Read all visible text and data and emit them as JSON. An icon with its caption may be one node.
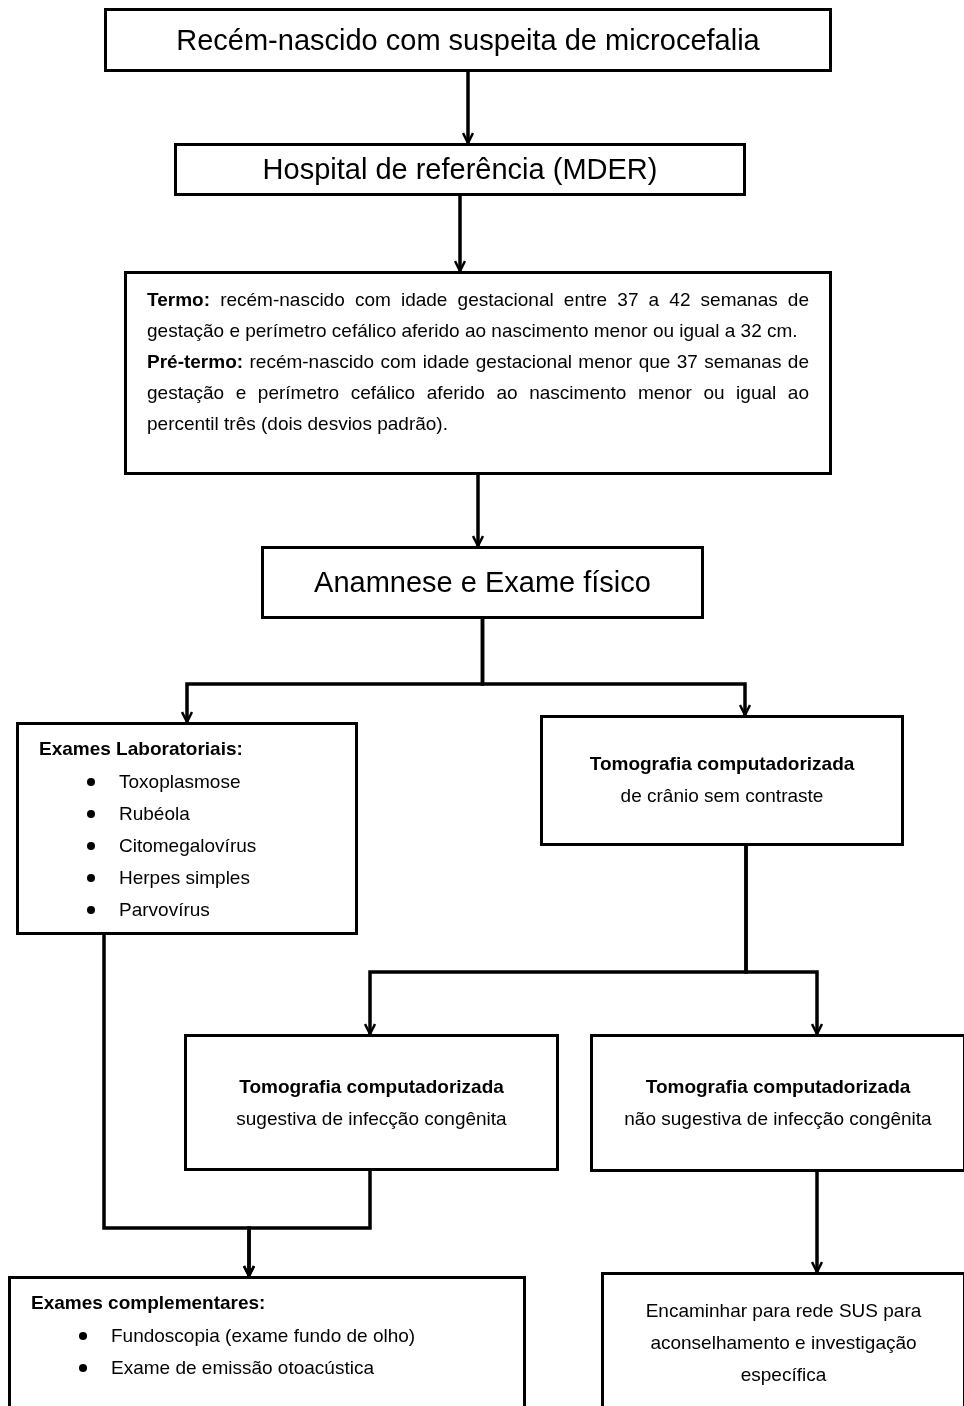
{
  "diagram": {
    "nodes": [
      {
        "text": [
          "Recém-nascido com suspeita de microcefalia"
        ]
      },
      {
        "text": [
          "Hospital de referência (MDER)"
        ]
      },
      {
        "text": [
          "**Termo:** recém-nascido com idade gestacional entre 37 a 42 semanas de gestação e perímetro cefálico aferido ao nascimento menor ou igual a 32 cm.",
          "**Pré-termo:** recém-nascido com idade gestacional menor que 37 semanas de gestação e perímetro cefálico aferido ao nascimento menor ou igual ao percentil três (dois desvios padrão)."
        ]
      },
      {
        "text": [
          "Anamnese e Exame físico"
        ]
      },
      {
        "text": [
          "Exames Laboratoriais:",
          "Toxoplasmose",
          "Rubéola",
          "Citomegalovírus",
          "Herpes simples",
          "Parvovírus"
        ]
      },
      {
        "text": [
          "Tomografia computadorizada",
          "de crânio sem contraste"
        ]
      },
      {
        "text": [
          "Tomografia computadorizada",
          "sugestiva de infecção congênita"
        ]
      },
      {
        "text": [
          "Tomografia computadorizada",
          "não sugestiva de infecção congênita"
        ]
      },
      {
        "text": [
          "Exames complementares:",
          "Fundoscopia (exame fundo de olho)",
          "Exame de emissão otoacústica"
        ]
      },
      {
        "text": [
          "Encaminhar para rede SUS para aconselhamento e investigação específica"
        ]
      }
    ],
    "edges": [
      {
        "from": 0,
        "to": 1,
        "arrow": "to"
      },
      {
        "from": 1,
        "to": 2,
        "arrow": "to"
      },
      {
        "from": 2,
        "to": 3,
        "arrow": "to"
      },
      {
        "from": 3,
        "to": 4,
        "arrow": "to"
      },
      {
        "from": 3,
        "to": 5,
        "arrow": "to"
      },
      {
        "from": 5,
        "to": 6,
        "arrow": "to"
      },
      {
        "from": 5,
        "to": 7,
        "arrow": "to"
      },
      {
        "from": 4,
        "to": 8,
        "arrow": "to"
      },
      {
        "from": 6,
        "to": 8,
        "arrow": "to"
      },
      {
        "from": 7,
        "to": 9,
        "arrow": "to"
      }
    ]
  }
}
